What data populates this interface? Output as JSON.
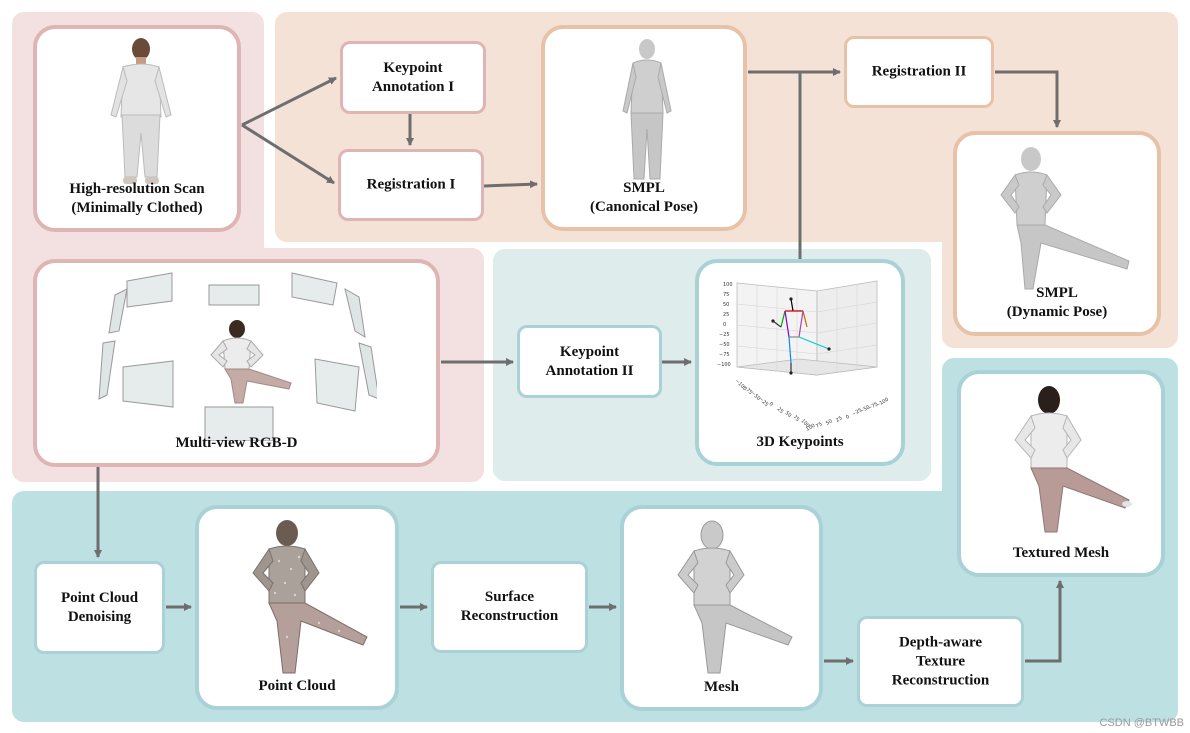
{
  "nodes": {
    "scan": "High-resolution Scan\n(Minimally Clothed)",
    "kp1": "Keypoint\nAnnotation I",
    "reg1": "Registration I",
    "smpl_canonical": "SMPL\n(Canonical Pose)",
    "reg2": "Registration II",
    "smpl_dynamic": "SMPL\n(Dynamic Pose)",
    "multiview": "Multi-view RGB-D",
    "kp2": "Keypoint\nAnnotation II",
    "kp3d": "3D Keypoints",
    "denoise": "Point Cloud\nDenoising",
    "pointcloud": "Point Cloud",
    "surface": "Surface\nReconstruction",
    "mesh": "Mesh",
    "texture": "Depth-aware\nTexture\nReconstruction",
    "textured": "Textured Mesh"
  },
  "plot": {
    "ticks_z": [
      "100",
      "75",
      "50",
      "25",
      "0",
      "−25",
      "−50",
      "−75",
      "−100"
    ],
    "ticks_x": [
      "−100",
      "−75",
      "−50",
      "−25",
      "0",
      "25",
      "50",
      "75",
      "100"
    ],
    "ticks_y": [
      "100",
      "75",
      "50",
      "25",
      "0",
      "−25",
      "−50",
      "−75",
      "−100"
    ]
  },
  "colors": {
    "pink_region": "#f3e1e1",
    "peach_region": "#f5e2d6",
    "lightteal_region": "#deecec",
    "teal_region": "#bde0e3",
    "arrow": "#6e6e6e"
  },
  "watermark": "CSDN @BTWBB"
}
